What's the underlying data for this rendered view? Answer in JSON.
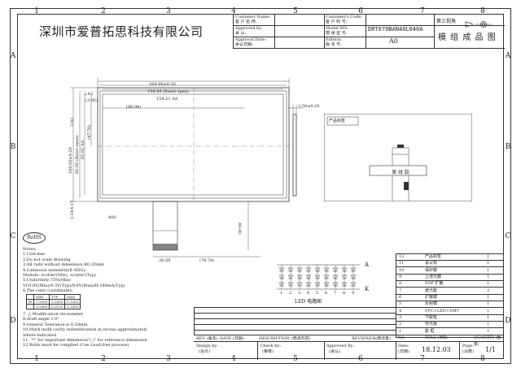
{
  "company": "深圳市爱普拓思科技有限公司",
  "title_block": {
    "customer_name_label": "Customer Name:",
    "customer_name_label_cn": "客 户 名 称:",
    "approved_by_label": "Approved by:",
    "approved_by_label_cn": "承  认:",
    "approval_date_label": "Approval Date:",
    "approval_date_label_cn": "承认日期:",
    "customer_code_label": "Customer's Code:",
    "customer_code_label_cn": "客 户 料 号:",
    "model_no_label": "Model NO:",
    "model_no_label_cn": "模 组 型 号:",
    "edition_label": "Edition:",
    "edition_label_cn": "版 本 号:",
    "model_no": "DRT070BAN40L040A",
    "edition": "A0",
    "projection": "第三视角",
    "drawing_title": "模 组 成 品 图"
  },
  "col_numbers": [
    "1",
    "2",
    "3",
    "4",
    "5",
    "6",
    "7",
    "8"
  ],
  "row_letters": [
    "A",
    "B",
    "C",
    "D"
  ],
  "dims": {
    "outline_w": "164.90±0.20",
    "bezel_w": "156.88 (Bezel open)",
    "aa_w": "154.21 AA",
    "half_w": "(86.98)",
    "left_off": "2.62",
    "left_off2": "(3.95)",
    "outline_h": "100.00±0.20",
    "bezel_h": "93.06 (Bezel open)",
    "aa_h": "85.92 AA",
    "half_h": "(47.76)",
    "top_off": "3.93",
    "bot_off1": "4.17",
    "bot_off2": "3.54",
    "fpc_a": "26.58",
    "fpc_b": "(78.78)",
    "fpc_len": "49.00",
    "thickness": "3.50±0.20",
    "side_label": "400"
  },
  "product_label": "产品标签",
  "beauty_label": "美  纹  胶",
  "rohs": "RoHS",
  "notes": [
    "Notes:",
    "1.Unit:mm",
    "2.Do not scale drawing",
    "3.All radii without dimension R0.20mm",
    "4.Luminous instentity(B ANG):",
    "   Module: ≥cd/m²(Min), ≥cd/m²(Typ)",
    "5.Uniformity:75%(Min)",
    "   Vf:9.0V(Min)/9.3V(Typ)/9.6V(Max)/If:180mA(Typ)",
    "6.The color coordinates:"
  ],
  "notes2": [
    "7.  △  Modification rev.number",
    "8.draft angle 1.0°",
    "9.General Tolerance:± 0.20mm",
    "10.Mark mold cavity indentification in recess approximately",
    "      where indicated",
    "11. \"*\" for important dimension\"( )\" for reference dimension",
    "12.RoHs must be complied (Use Lead-free process)"
  ],
  "color_table": {
    "headers": [
      "",
      "MIN",
      "TYP",
      "MAX"
    ],
    "rows": [
      [
        "W",
        "0.2500",
        "0.2850",
        "0.3200"
      ],
      [
        "",
        "0.2800",
        "0.3150",
        "0.3500"
      ]
    ]
  },
  "led": {
    "title": "LED 电路图",
    "anode": "A",
    "cathode": "K",
    "numbers": [
      "1",
      "2",
      "3",
      "4",
      "5",
      "6",
      "7",
      "8",
      "9"
    ]
  },
  "bom": [
    {
      "no": "12",
      "name": "产品标签",
      "qty": "1"
    },
    {
      "no": "11",
      "name": "承认标",
      "qty": "1"
    },
    {
      "no": "10",
      "name": "保护膜",
      "qty": "1"
    },
    {
      "no": "9",
      "name": "上增光膜",
      "qty": "1"
    },
    {
      "no": "8",
      "name": "TOP 扩散",
      "qty": "1"
    },
    {
      "no": "7",
      "name": "遮光胶",
      "qty": "2"
    },
    {
      "no": "6",
      "name": "扩散膜",
      "qty": "1"
    },
    {
      "no": "5",
      "name": "反射膜",
      "qty": "1"
    },
    {
      "no": "4",
      "name": "FPC+LED+SMT",
      "qty": "1"
    },
    {
      "no": "3",
      "name": "下胶框",
      "qty": "1"
    },
    {
      "no": "2",
      "name": "导光板",
      "qty": "1"
    },
    {
      "no": "1",
      "name": "胶  框",
      "qty": "1"
    }
  ],
  "bom_header": {
    "no": "NO.",
    "title": "TITLE (项目)",
    "qty": "QUANTITY (数量)"
  },
  "rev_header": {
    "rev": "REV (版本)",
    "date": "DATE (日期)",
    "desc": "DESCRIPTION (修改内容)",
    "reviewer": "REVIEWER(修改者)"
  },
  "sign": {
    "design_by": "Design by:",
    "design_by_cn": "(设计)",
    "check_by": "Check by:",
    "check_by_cn": "(审核)",
    "approved_by": "Approved By:",
    "approved_by_cn": "(承认)",
    "date_label": "Date:",
    "date_label_cn": "(日期)",
    "date": "18.12.03",
    "page_label": "Page:",
    "page_label_cn": "(页数)",
    "page": "1/1"
  }
}
